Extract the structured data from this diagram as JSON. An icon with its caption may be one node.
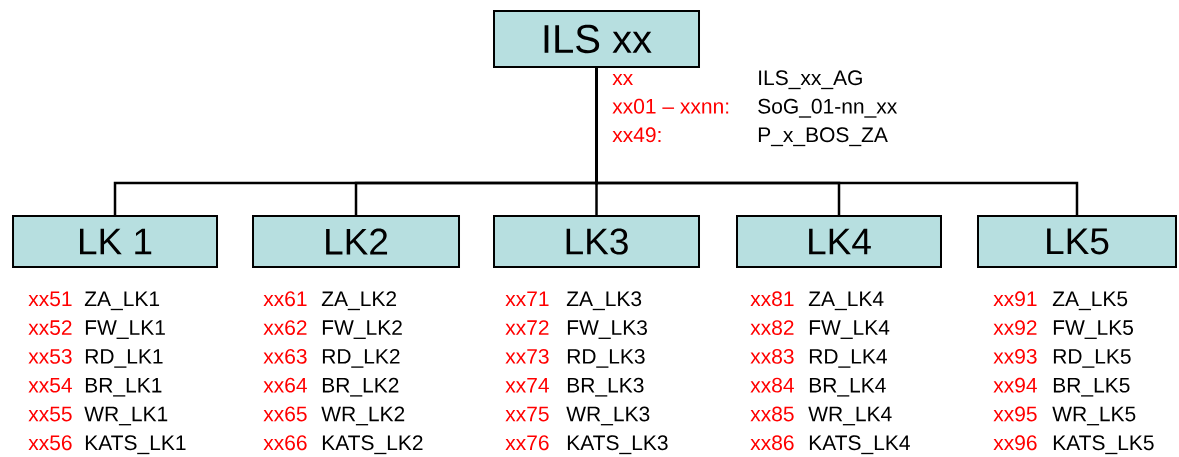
{
  "diagram": {
    "nodes": [
      {
        "text": [
          "ILS xx"
        ],
        "beside": [
          "xx",
          "ILS_xx_AG",
          "xx01 – xxnn:",
          "SoG_01-nn_xx",
          "xx49:",
          "P_x_BOS_ZA"
        ]
      },
      {
        "text": [
          "LK 1"
        ],
        "beside": [
          "xx51",
          "ZA_LK1",
          "xx52",
          "FW_LK1",
          "xx53",
          "RD_LK1",
          "xx54",
          "BR_LK1",
          "xx55",
          "WR_LK1",
          "xx56",
          "KATS_LK1"
        ]
      },
      {
        "text": [
          "LK2"
        ],
        "beside": [
          "xx61",
          "ZA_LK2",
          "xx62",
          "FW_LK2",
          "xx63",
          "RD_LK2",
          "xx64",
          "BR_LK2",
          "xx65",
          "WR_LK2",
          "xx66",
          "KATS_LK2"
        ]
      },
      {
        "text": [
          "LK3"
        ],
        "beside": [
          "xx71",
          "ZA_LK3",
          "xx72",
          "FW_LK3",
          "xx73",
          "RD_LK3",
          "xx74",
          "BR_LK3",
          "xx75",
          "WR_LK3",
          "xx76",
          "KATS_LK3"
        ]
      },
      {
        "text": [
          "LK4"
        ],
        "beside": [
          "xx81",
          "ZA_LK4",
          "xx82",
          "FW_LK4",
          "xx83",
          "RD_LK4",
          "xx84",
          "BR_LK4",
          "xx85",
          "WR_LK4",
          "xx86",
          "KATS_LK4"
        ]
      },
      {
        "text": [
          "LK5"
        ],
        "beside": [
          "xx91",
          "ZA_LK5",
          "xx92",
          "FW_LK5",
          "xx93",
          "RD_LK5",
          "xx94",
          "BR_LK5",
          "xx95",
          "WR_LK5",
          "xx96",
          "KATS_LK5"
        ]
      }
    ],
    "edges": [
      {
        "from": 0,
        "to": 1,
        "arrow": "none"
      },
      {
        "from": 0,
        "to": 2,
        "arrow": "none"
      },
      {
        "from": 0,
        "to": 3,
        "arrow": "none"
      },
      {
        "from": 0,
        "to": 4,
        "arrow": "none"
      },
      {
        "from": 0,
        "to": 5,
        "arrow": "none"
      }
    ]
  }
}
